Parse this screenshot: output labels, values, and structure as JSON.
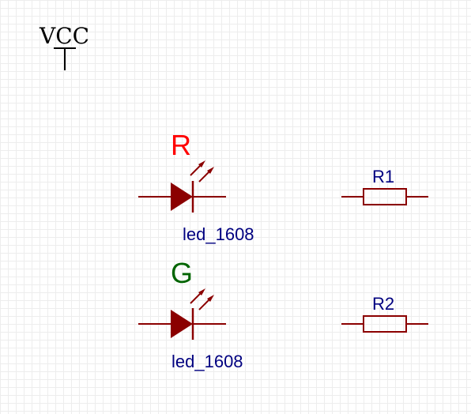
{
  "colors": {
    "background": "#ffffff",
    "grid": "#ededed",
    "component": "#8b0000",
    "power": "#000000",
    "label": "#000080",
    "red_tag": "#ff0000",
    "green_tag": "#006400"
  },
  "power": {
    "net_name": "VCC"
  },
  "leds": [
    {
      "color_tag": "R",
      "part": "led_1608"
    },
    {
      "color_tag": "G",
      "part": "led_1608"
    }
  ],
  "resistors": [
    {
      "designator": "R1"
    },
    {
      "designator": "R2"
    }
  ]
}
